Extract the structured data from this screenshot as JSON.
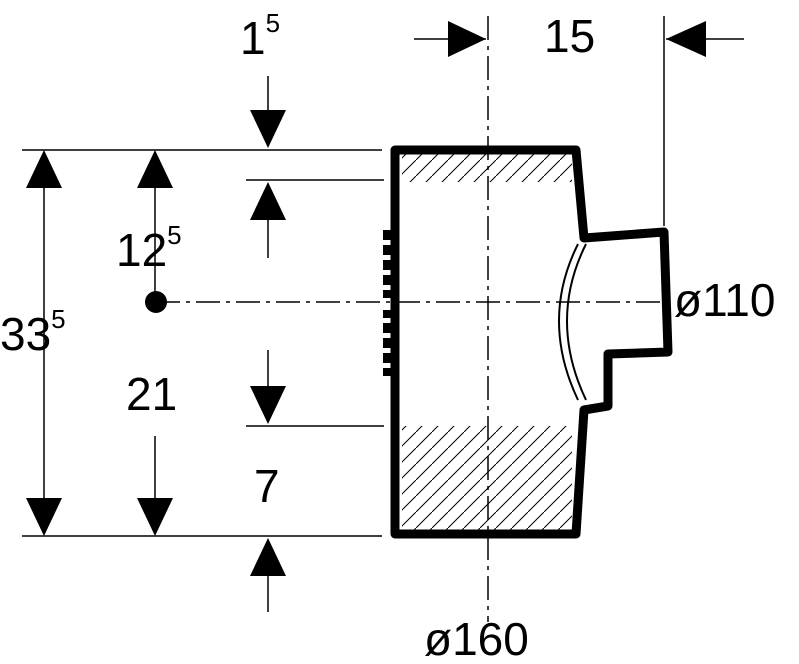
{
  "drawing": {
    "dim_top_left": {
      "base": "1",
      "sup": "5"
    },
    "dim_top_right": "15",
    "dim_center_height": {
      "base": "12",
      "sup": "5"
    },
    "dim_total_height": {
      "base": "33",
      "sup": "5"
    },
    "dim_lower": "21",
    "dim_bottom": "7",
    "dia_outlet": "ø110",
    "dia_main": "ø160"
  },
  "colors": {
    "line": "#000000",
    "background": "#ffffff"
  }
}
